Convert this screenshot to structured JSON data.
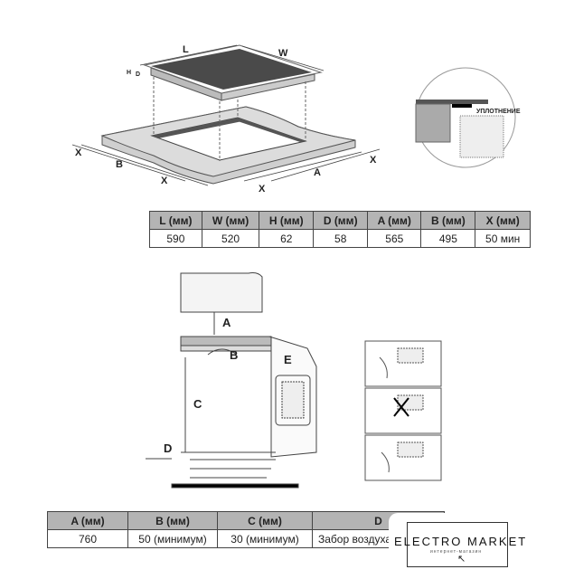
{
  "top_diagram": {
    "labels": {
      "L": "L",
      "W": "W",
      "H": "H",
      "D": "D",
      "A": "A",
      "B": "B",
      "X": "X"
    }
  },
  "inset": {
    "seal_label": "УПЛОТНЕНИЕ"
  },
  "table1": {
    "headers": [
      "L (мм)",
      "W (мм)",
      "H (мм)",
      "D (мм)",
      "A (мм)",
      "B (мм)",
      "X (мм)"
    ],
    "values": [
      "590",
      "520",
      "62",
      "58",
      "565",
      "495",
      "50 мин"
    ]
  },
  "side_diagram": {
    "labels": {
      "A": "A",
      "B": "B",
      "C": "C",
      "D": "D",
      "E": "E"
    }
  },
  "table2": {
    "headers": [
      "A (мм)",
      "B (мм)",
      "C (мм)",
      "D"
    ],
    "values": [
      "760",
      "50 (минимум)",
      "30 (минимум)",
      "Забор воздуха"
    ]
  },
  "logo": {
    "name": "ELECTRO MARKET",
    "subtitle": "интернет-магазин"
  }
}
